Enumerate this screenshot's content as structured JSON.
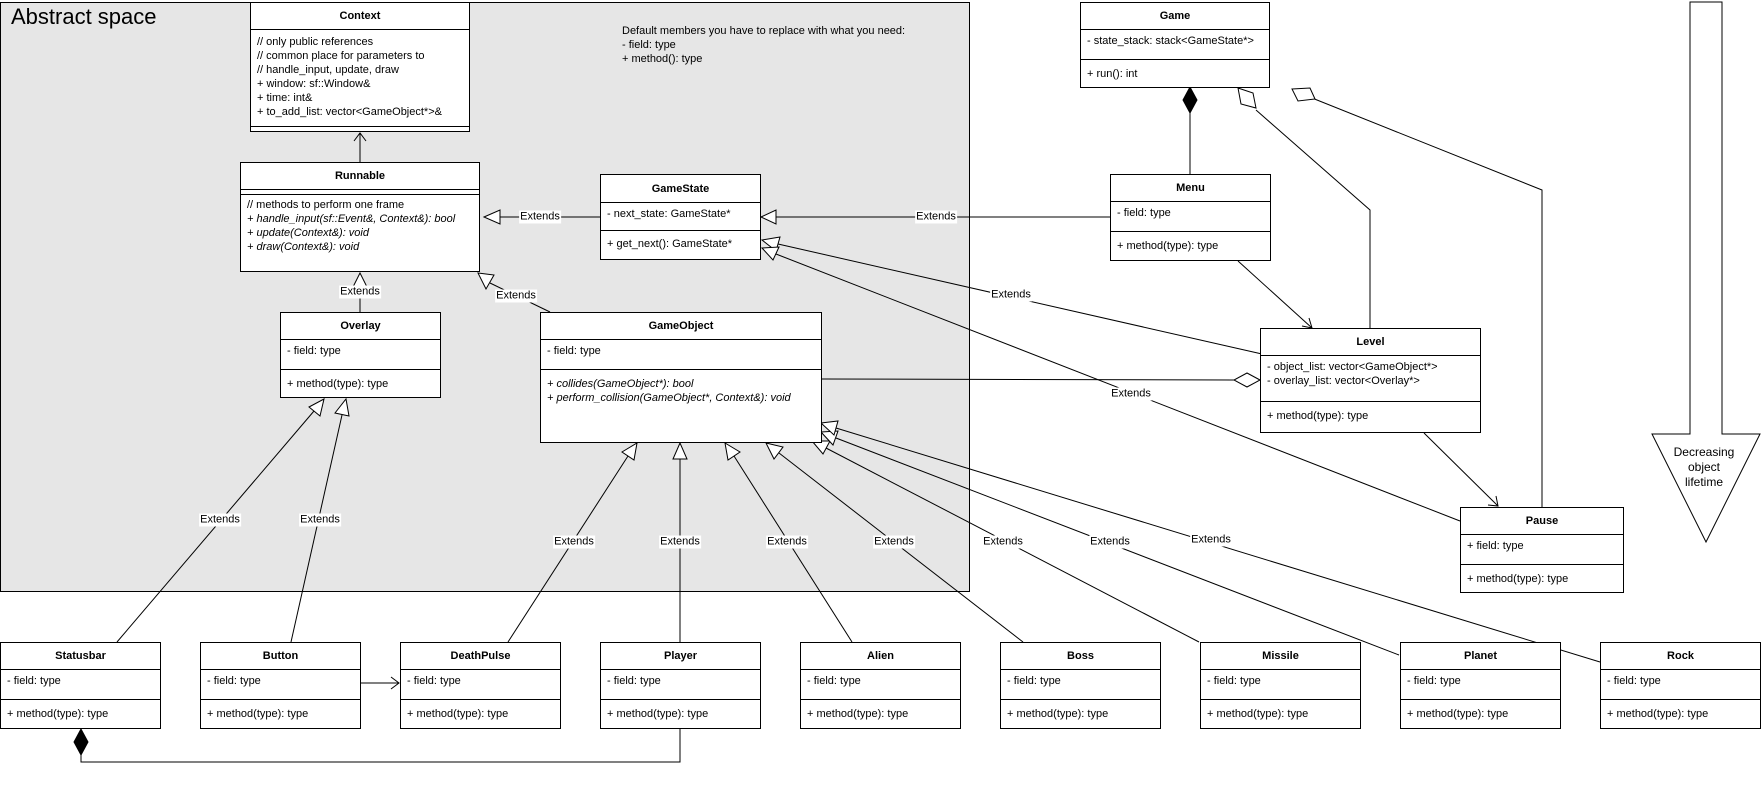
{
  "region": {
    "title": "Abstract space"
  },
  "note": "Default members you have to replace with what you need:\n- field: type\n+ method(): type",
  "lifetime_label": "Decreasing\nobject\nlifetime",
  "edge_label": "Extends",
  "classes": {
    "context": {
      "name": "Context",
      "members": [
        "// only public references",
        "// common place for parameters to",
        "// handle_input, update, draw",
        "+ window: sf::Window&",
        "+ time: int&",
        "+ to_add_list: vector<GameObject*>&"
      ],
      "methods": []
    },
    "runnable": {
      "name": "Runnable",
      "members": [],
      "methods": [
        "// methods to perform one frame",
        "+ handle_input(sf::Event&, Context&): bool",
        "+ update(Context&): void",
        "+ draw(Context&): void"
      ]
    },
    "gamestate": {
      "name": "GameState",
      "members": [
        "- next_state: GameState*"
      ],
      "methods": [
        "+ get_next(): GameState*"
      ]
    },
    "overlay": {
      "name": "Overlay",
      "members": [
        "- field: type"
      ],
      "methods": [
        "+ method(type): type"
      ]
    },
    "gameobject": {
      "name": "GameObject",
      "members": [
        "- field: type"
      ],
      "methods": [
        "+ collides(GameObject*): bool",
        "+ perform_collision(GameObject*, Context&): void"
      ]
    },
    "game": {
      "name": "Game",
      "members": [
        "- state_stack: stack<GameState*>"
      ],
      "methods": [
        "+ run(): int"
      ]
    },
    "menu": {
      "name": "Menu",
      "members": [
        "- field: type"
      ],
      "methods": [
        "+ method(type): type"
      ]
    },
    "level": {
      "name": "Level",
      "members": [
        "- object_list: vector<GameObject*>",
        "- overlay_list: vector<Overlay*>"
      ],
      "methods": [
        "+ method(type): type"
      ]
    },
    "pause": {
      "name": "Pause",
      "members": [
        "+ field: type"
      ],
      "methods": [
        "+ method(type): type"
      ]
    },
    "statusbar": {
      "name": "Statusbar",
      "members": [
        "- field: type"
      ],
      "methods": [
        "+ method(type): type"
      ]
    },
    "button": {
      "name": "Button",
      "members": [
        "- field: type"
      ],
      "methods": [
        "+ method(type): type"
      ]
    },
    "deathpulse": {
      "name": "DeathPulse",
      "members": [
        "- field: type"
      ],
      "methods": [
        "+ method(type): type"
      ]
    },
    "player": {
      "name": "Player",
      "members": [
        "- field: type"
      ],
      "methods": [
        "+ method(type): type"
      ]
    },
    "alien": {
      "name": "Alien",
      "members": [
        "- field: type"
      ],
      "methods": [
        "+ method(type): type"
      ]
    },
    "boss": {
      "name": "Boss",
      "members": [
        "- field: type"
      ],
      "methods": [
        "+ method(type): type"
      ]
    },
    "missile": {
      "name": "Missile",
      "members": [
        "- field: type"
      ],
      "methods": [
        "+ method(type): type"
      ]
    },
    "planet": {
      "name": "Planet",
      "members": [
        "- field: type"
      ],
      "methods": [
        "+ method(type): type"
      ]
    },
    "rock": {
      "name": "Rock",
      "members": [
        "- field: type"
      ],
      "methods": [
        "+ method(type): type"
      ]
    }
  },
  "relationships": [
    {
      "from": "runnable",
      "to": "context",
      "type": "dependency"
    },
    {
      "from": "gamestate",
      "to": "runnable",
      "type": "extends"
    },
    {
      "from": "overlay",
      "to": "runnable",
      "type": "extends"
    },
    {
      "from": "gameobject",
      "to": "runnable",
      "type": "extends"
    },
    {
      "from": "menu",
      "to": "gamestate",
      "type": "extends"
    },
    {
      "from": "level",
      "to": "gamestate",
      "type": "extends"
    },
    {
      "from": "pause",
      "to": "gamestate",
      "type": "extends"
    },
    {
      "from": "menu",
      "to": "game",
      "type": "composition"
    },
    {
      "from": "level",
      "to": "game",
      "type": "aggregation"
    },
    {
      "from": "pause",
      "to": "game",
      "type": "aggregation"
    },
    {
      "from": "gameobject",
      "to": "level",
      "type": "aggregation"
    },
    {
      "from": "menu",
      "to": "level",
      "type": "dependency"
    },
    {
      "from": "level",
      "to": "pause",
      "type": "dependency"
    },
    {
      "from": "statusbar",
      "to": "overlay",
      "type": "extends"
    },
    {
      "from": "button",
      "to": "overlay",
      "type": "extends"
    },
    {
      "from": "deathpulse",
      "to": "gameobject",
      "type": "extends"
    },
    {
      "from": "player",
      "to": "gameobject",
      "type": "extends"
    },
    {
      "from": "alien",
      "to": "gameobject",
      "type": "extends"
    },
    {
      "from": "boss",
      "to": "gameobject",
      "type": "extends"
    },
    {
      "from": "missile",
      "to": "gameobject",
      "type": "extends"
    },
    {
      "from": "planet",
      "to": "gameobject",
      "type": "extends"
    },
    {
      "from": "rock",
      "to": "gameobject",
      "type": "extends"
    },
    {
      "from": "button",
      "to": "deathpulse",
      "type": "dependency"
    },
    {
      "from": "player",
      "to": "statusbar",
      "type": "composition"
    }
  ]
}
